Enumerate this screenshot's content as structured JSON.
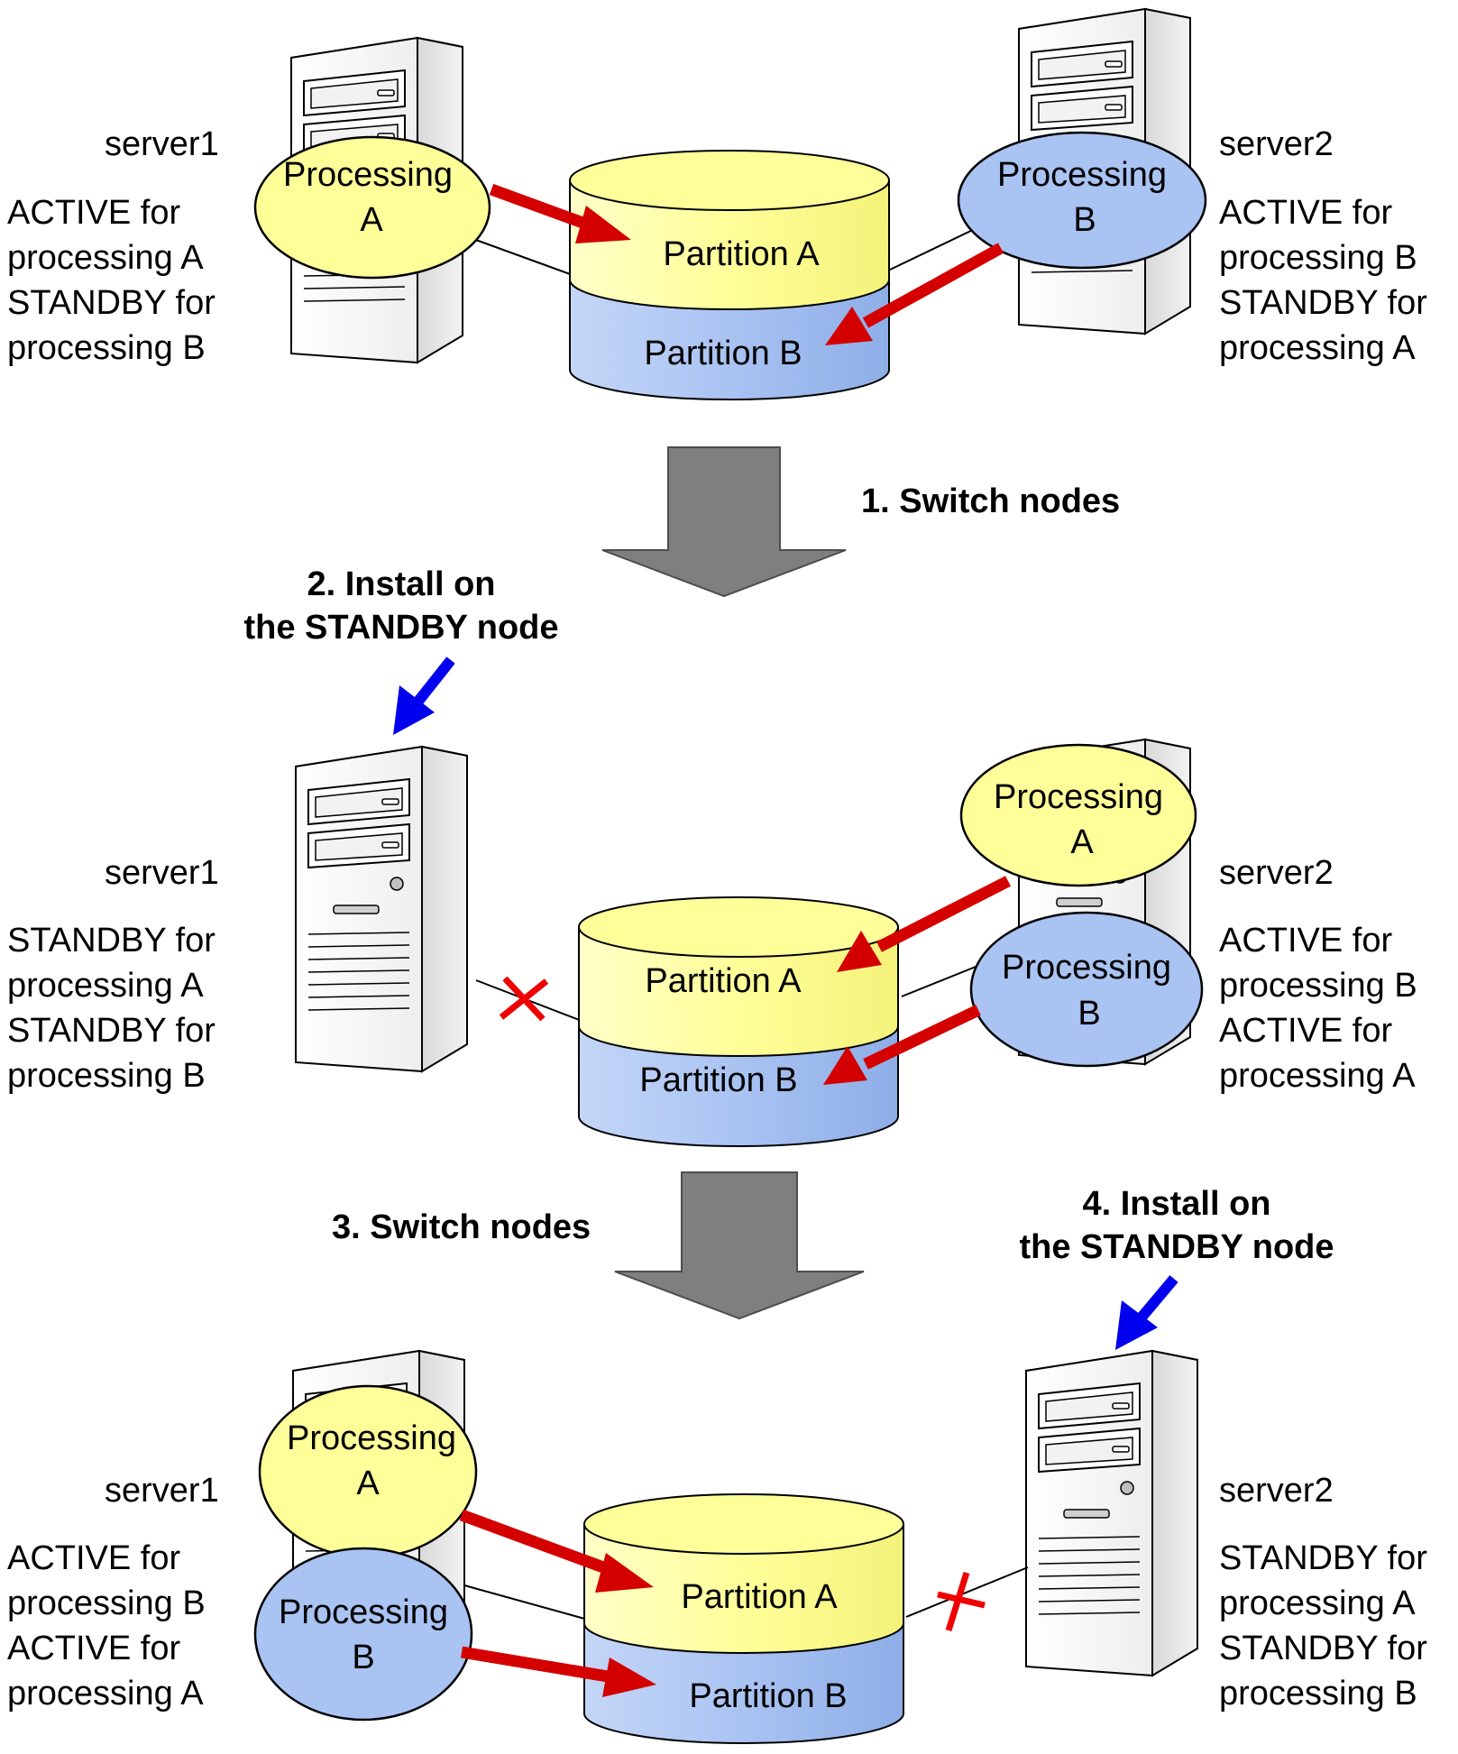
{
  "colors": {
    "yellow": "#ffff99",
    "blue": "#a9c3f2",
    "red_arrow": "#d40000",
    "blue_arrow": "#0000ee",
    "gray_arrow": "#7f7f7f"
  },
  "stage1": {
    "server1_label": "server1",
    "server1_status": [
      "ACTIVE for",
      "processing A",
      "STANDBY for",
      "processing B"
    ],
    "server2_label": "server2",
    "server2_status": [
      "ACTIVE for",
      "processing B",
      "STANDBY for",
      "processing A"
    ],
    "proc_a": [
      "Processing",
      "A"
    ],
    "proc_b": [
      "Processing",
      "B"
    ],
    "partition_a": "Partition A",
    "partition_b": "Partition B"
  },
  "step1": "1. Switch nodes",
  "step2": [
    "2. Install on",
    "the STANDBY node"
  ],
  "stage2": {
    "server1_label": "server1",
    "server1_status": [
      "STANDBY for",
      "processing A",
      "STANDBY for",
      "processing B"
    ],
    "server2_label": "server2",
    "server2_status": [
      "ACTIVE for",
      "processing B",
      "ACTIVE for",
      "processing A"
    ],
    "proc_a": [
      "Processing",
      "A"
    ],
    "proc_b": [
      "Processing",
      "B"
    ],
    "partition_a": "Partition A",
    "partition_b": "Partition B"
  },
  "step3": "3. Switch nodes",
  "step4": [
    "4. Install on",
    "the STANDBY node"
  ],
  "stage3": {
    "server1_label": "server1",
    "server1_status": [
      "ACTIVE for",
      "processing B",
      "ACTIVE for",
      "processing A"
    ],
    "server2_label": "server2",
    "server2_status": [
      "STANDBY for",
      "processing A",
      "STANDBY for",
      "processing B"
    ],
    "proc_a": [
      "Processing",
      "A"
    ],
    "proc_b": [
      "Processing",
      "B"
    ],
    "partition_a": "Partition A",
    "partition_b": "Partition B"
  }
}
